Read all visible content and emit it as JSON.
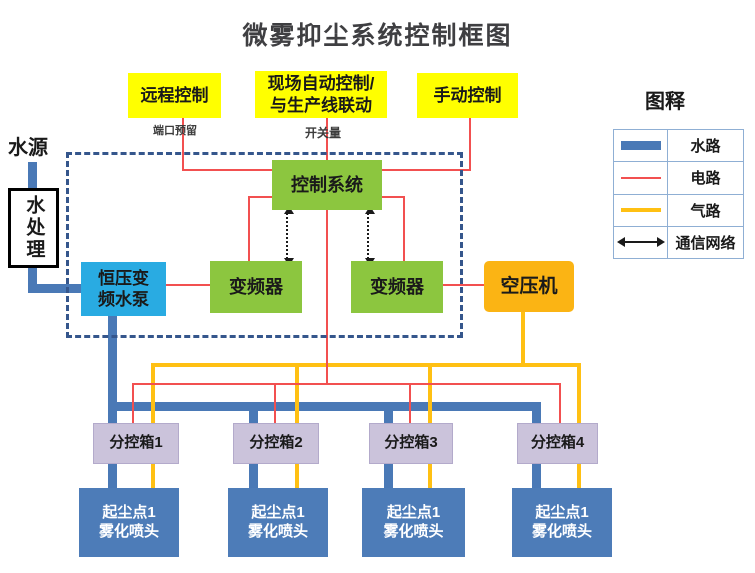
{
  "title": "微雾抑尘系统控制框图",
  "nodes": {
    "remote_control": "远程控制",
    "auto_control_line1": "现场自动控制/",
    "auto_control_line2": "与生产线联动",
    "manual_control": "手动控制",
    "control_system": "控制系统",
    "inverter_left": "变频器",
    "inverter_right": "变频器",
    "air_compressor": "空压机",
    "pump_line1": "恒压变",
    "pump_line2": "频水泵",
    "water_source": "水源",
    "water_treatment": "水处理",
    "sub_box_1": "分控箱1",
    "sub_box_2": "分控箱2",
    "sub_box_3": "分控箱3",
    "sub_box_4": "分控箱4",
    "spray_line1": "起尘点1",
    "spray_line2": "雾化喷头"
  },
  "annotations": {
    "port_reserved": "端口预留",
    "switch_signal": "开关量"
  },
  "legend": {
    "title": "图释",
    "items": [
      {
        "symbol": "water-line",
        "label": "水路"
      },
      {
        "symbol": "electric-line",
        "label": "电路"
      },
      {
        "symbol": "air-line",
        "label": "气路"
      },
      {
        "symbol": "comm-network",
        "label": "通信网络"
      }
    ]
  },
  "colors": {
    "water": "#4A79B6",
    "electric": "#F25050",
    "air": "#FFC013",
    "comm": "#1A1A1A",
    "box-yellow": "#FFFF00",
    "box-green": "#8CC63F",
    "box-cyan": "#29ABE2",
    "box-orange": "#FBB414",
    "box-lavender": "#CBC3DB",
    "box-steelblue": "#4D7CB8",
    "dashed-border": "#35568C",
    "legend-grid": "#8FAFD4",
    "title-text": "#3F3F42"
  }
}
